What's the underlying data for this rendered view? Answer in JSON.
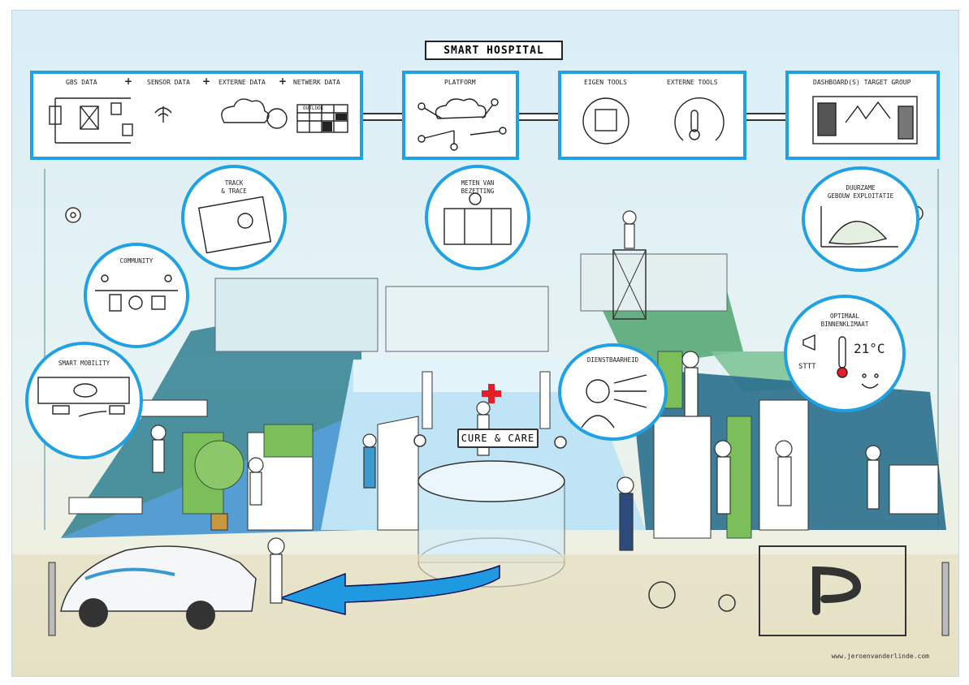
{
  "title": "SMART HOSPITAL",
  "panels": {
    "data_sources": {
      "labels": [
        "GBS DATA",
        "SENSOR DATA",
        "EXTERNE DATA",
        "NETWERK DATA"
      ],
      "plus": "+",
      "outlook_label": "OUTLOOK"
    },
    "platform": {
      "label": "PLATFORM"
    },
    "tools": {
      "labels": [
        "EIGEN TOOLS",
        "EXTERNE TOOLS"
      ]
    },
    "dashboard": {
      "label": "DASHBOARD(S) TARGET GROUP"
    }
  },
  "bubbles": {
    "track_trace": "TRACK\n& TRACE",
    "meten": "METEN VAN\nBEZETTING",
    "duurzame": "DUURZAME\nGEBOUW EXPLOITATIE",
    "community": "COMMUNITY",
    "smart_mobility": "SMART MOBILITY",
    "dienstbaarheid": "DIENSTBAARHEID",
    "binnenklimaat": "OPTIMAAL\nBINNENKLIMAAT",
    "temperature": "21°C",
    "sound": "STTT"
  },
  "cure_care": "CURE & CARE",
  "signature": "www.jeroenvanderlinde.com",
  "colors": {
    "accent": "#1fa1e3",
    "cross": "#e41e26",
    "floor_teal": "#2f7f8f",
    "floor_blue": "#3a8fd0",
    "floor_green": "#58a878"
  }
}
